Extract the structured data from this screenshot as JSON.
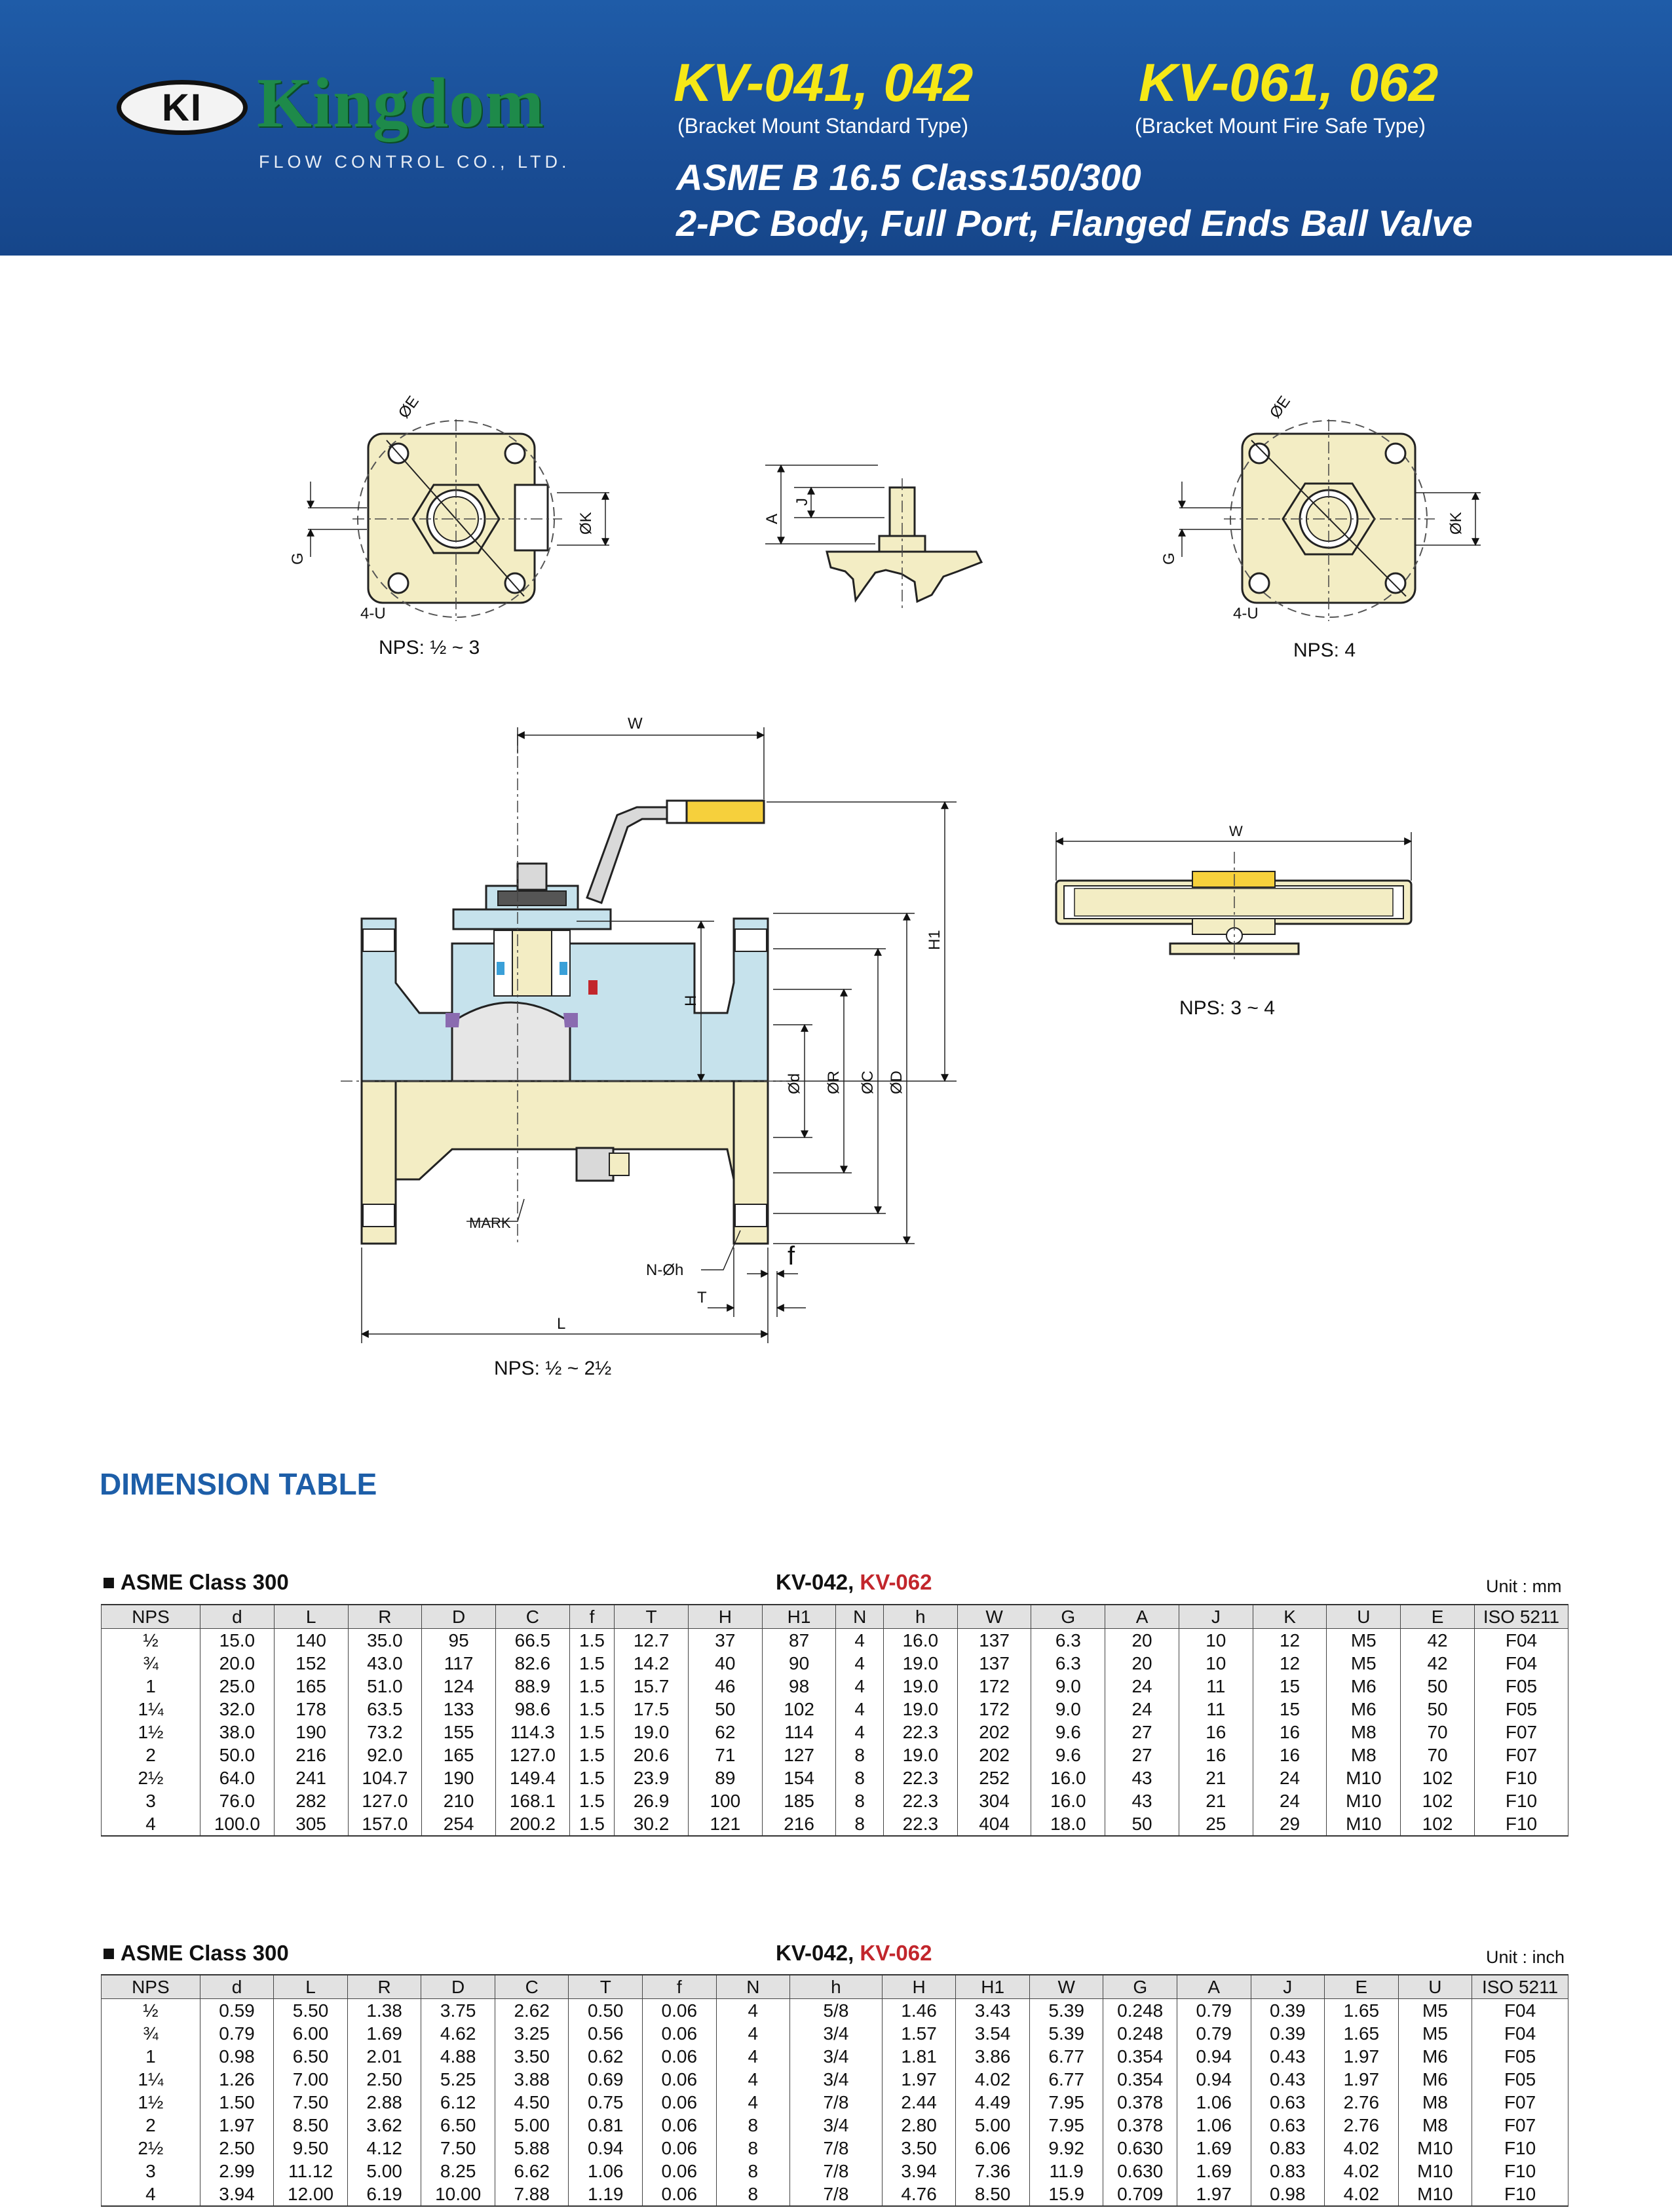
{
  "header": {
    "logo_mark": "KI",
    "logo_name": "Kingdom",
    "company_sub": "FLOW CONTROL CO., LTD.",
    "model_a": "KV-041, 042",
    "model_a_sub": "(Bracket Mount Standard Type)",
    "model_b": "KV-061, 062",
    "model_b_sub": "(Bracket Mount Fire Safe Type)",
    "title_line1": "ASME B 16.5 Class150/300",
    "title_line2": "2-PC Body, Full Port, Flanged Ends Ball Valve"
  },
  "drawing": {
    "nps_top_left": "NPS: ½ ~ 3",
    "nps_top_right": "NPS: 4",
    "nps_main": "NPS: ½ ~ 2½",
    "nps_side": "NPS: 3 ~ 4",
    "labels": {
      "E": "ØE",
      "K": "ØK",
      "G": "G",
      "U": "4-U",
      "A": "A",
      "J": "J",
      "W": "W",
      "H": "H",
      "H1": "H1",
      "d": "Ød",
      "R": "ØR",
      "C": "ØC",
      "D": "ØD",
      "mark": "MARK",
      "Nh": "N-Øh",
      "f": "f",
      "T": "T",
      "L": "L"
    }
  },
  "section_title": "DIMENSION TABLE",
  "table_mm": {
    "class_label": "■ ASME Class 300",
    "model_label": "KV-042, ",
    "model_label_red": "KV-062",
    "unit": "Unit : mm",
    "headers": [
      "NPS",
      "d",
      "L",
      "R",
      "D",
      "C",
      "f",
      "T",
      "H",
      "H1",
      "N",
      "h",
      "W",
      "G",
      "A",
      "J",
      "K",
      "U",
      "E",
      "ISO 5211"
    ],
    "rows": [
      [
        "½",
        "15.0",
        "140",
        "35.0",
        "95",
        "66.5",
        "1.5",
        "12.7",
        "37",
        "87",
        "4",
        "16.0",
        "137",
        "6.3",
        "20",
        "10",
        "12",
        "M5",
        "42",
        "F04"
      ],
      [
        "¾",
        "20.0",
        "152",
        "43.0",
        "117",
        "82.6",
        "1.5",
        "14.2",
        "40",
        "90",
        "4",
        "19.0",
        "137",
        "6.3",
        "20",
        "10",
        "12",
        "M5",
        "42",
        "F04"
      ],
      [
        "1",
        "25.0",
        "165",
        "51.0",
        "124",
        "88.9",
        "1.5",
        "15.7",
        "46",
        "98",
        "4",
        "19.0",
        "172",
        "9.0",
        "24",
        "11",
        "15",
        "M6",
        "50",
        "F05"
      ],
      [
        "1¼",
        "32.0",
        "178",
        "63.5",
        "133",
        "98.6",
        "1.5",
        "17.5",
        "50",
        "102",
        "4",
        "19.0",
        "172",
        "9.0",
        "24",
        "11",
        "15",
        "M6",
        "50",
        "F05"
      ],
      [
        "1½",
        "38.0",
        "190",
        "73.2",
        "155",
        "114.3",
        "1.5",
        "19.0",
        "62",
        "114",
        "4",
        "22.3",
        "202",
        "9.6",
        "27",
        "16",
        "16",
        "M8",
        "70",
        "F07"
      ],
      [
        "2",
        "50.0",
        "216",
        "92.0",
        "165",
        "127.0",
        "1.5",
        "20.6",
        "71",
        "127",
        "8",
        "19.0",
        "202",
        "9.6",
        "27",
        "16",
        "16",
        "M8",
        "70",
        "F07"
      ],
      [
        "2½",
        "64.0",
        "241",
        "104.7",
        "190",
        "149.4",
        "1.5",
        "23.9",
        "89",
        "154",
        "8",
        "22.3",
        "252",
        "16.0",
        "43",
        "21",
        "24",
        "M10",
        "102",
        "F10"
      ],
      [
        "3",
        "76.0",
        "282",
        "127.0",
        "210",
        "168.1",
        "1.5",
        "26.9",
        "100",
        "185",
        "8",
        "22.3",
        "304",
        "16.0",
        "43",
        "21",
        "24",
        "M10",
        "102",
        "F10"
      ],
      [
        "4",
        "100.0",
        "305",
        "157.0",
        "254",
        "200.2",
        "1.5",
        "30.2",
        "121",
        "216",
        "8",
        "22.3",
        "404",
        "18.0",
        "50",
        "25",
        "29",
        "M10",
        "102",
        "F10"
      ]
    ]
  },
  "table_inch": {
    "class_label": "■ ASME Class 300",
    "model_label": "KV-042, ",
    "model_label_red": "KV-062",
    "unit": "Unit : inch",
    "headers": [
      "NPS",
      "d",
      "L",
      "R",
      "D",
      "C",
      "T",
      "f",
      "N",
      "h",
      "H",
      "H1",
      "W",
      "G",
      "A",
      "J",
      "E",
      "U",
      "ISO 5211"
    ],
    "rows": [
      [
        "½",
        "0.59",
        "5.50",
        "1.38",
        "3.75",
        "2.62",
        "0.50",
        "0.06",
        "4",
        "5/8",
        "1.46",
        "3.43",
        "5.39",
        "0.248",
        "0.79",
        "0.39",
        "1.65",
        "M5",
        "F04"
      ],
      [
        "¾",
        "0.79",
        "6.00",
        "1.69",
        "4.62",
        "3.25",
        "0.56",
        "0.06",
        "4",
        "3/4",
        "1.57",
        "3.54",
        "5.39",
        "0.248",
        "0.79",
        "0.39",
        "1.65",
        "M5",
        "F04"
      ],
      [
        "1",
        "0.98",
        "6.50",
        "2.01",
        "4.88",
        "3.50",
        "0.62",
        "0.06",
        "4",
        "3/4",
        "1.81",
        "3.86",
        "6.77",
        "0.354",
        "0.94",
        "0.43",
        "1.97",
        "M6",
        "F05"
      ],
      [
        "1¼",
        "1.26",
        "7.00",
        "2.50",
        "5.25",
        "3.88",
        "0.69",
        "0.06",
        "4",
        "3/4",
        "1.97",
        "4.02",
        "6.77",
        "0.354",
        "0.94",
        "0.43",
        "1.97",
        "M6",
        "F05"
      ],
      [
        "1½",
        "1.50",
        "7.50",
        "2.88",
        "6.12",
        "4.50",
        "0.75",
        "0.06",
        "4",
        "7/8",
        "2.44",
        "4.49",
        "7.95",
        "0.378",
        "1.06",
        "0.63",
        "2.76",
        "M8",
        "F07"
      ],
      [
        "2",
        "1.97",
        "8.50",
        "3.62",
        "6.50",
        "5.00",
        "0.81",
        "0.06",
        "8",
        "3/4",
        "2.80",
        "5.00",
        "7.95",
        "0.378",
        "1.06",
        "0.63",
        "2.76",
        "M8",
        "F07"
      ],
      [
        "2½",
        "2.50",
        "9.50",
        "4.12",
        "7.50",
        "5.88",
        "0.94",
        "0.06",
        "8",
        "7/8",
        "3.50",
        "6.06",
        "9.92",
        "0.630",
        "1.69",
        "0.83",
        "4.02",
        "M10",
        "F10"
      ],
      [
        "3",
        "2.99",
        "11.12",
        "5.00",
        "8.25",
        "6.62",
        "1.06",
        "0.06",
        "8",
        "7/8",
        "3.94",
        "7.36",
        "11.9",
        "0.630",
        "1.69",
        "0.83",
        "4.02",
        "M10",
        "F10"
      ],
      [
        "4",
        "3.94",
        "12.00",
        "6.19",
        "10.00",
        "7.88",
        "1.19",
        "0.06",
        "8",
        "7/8",
        "4.76",
        "8.50",
        "15.9",
        "0.709",
        "1.97",
        "0.98",
        "4.02",
        "M10",
        "F10"
      ]
    ]
  }
}
